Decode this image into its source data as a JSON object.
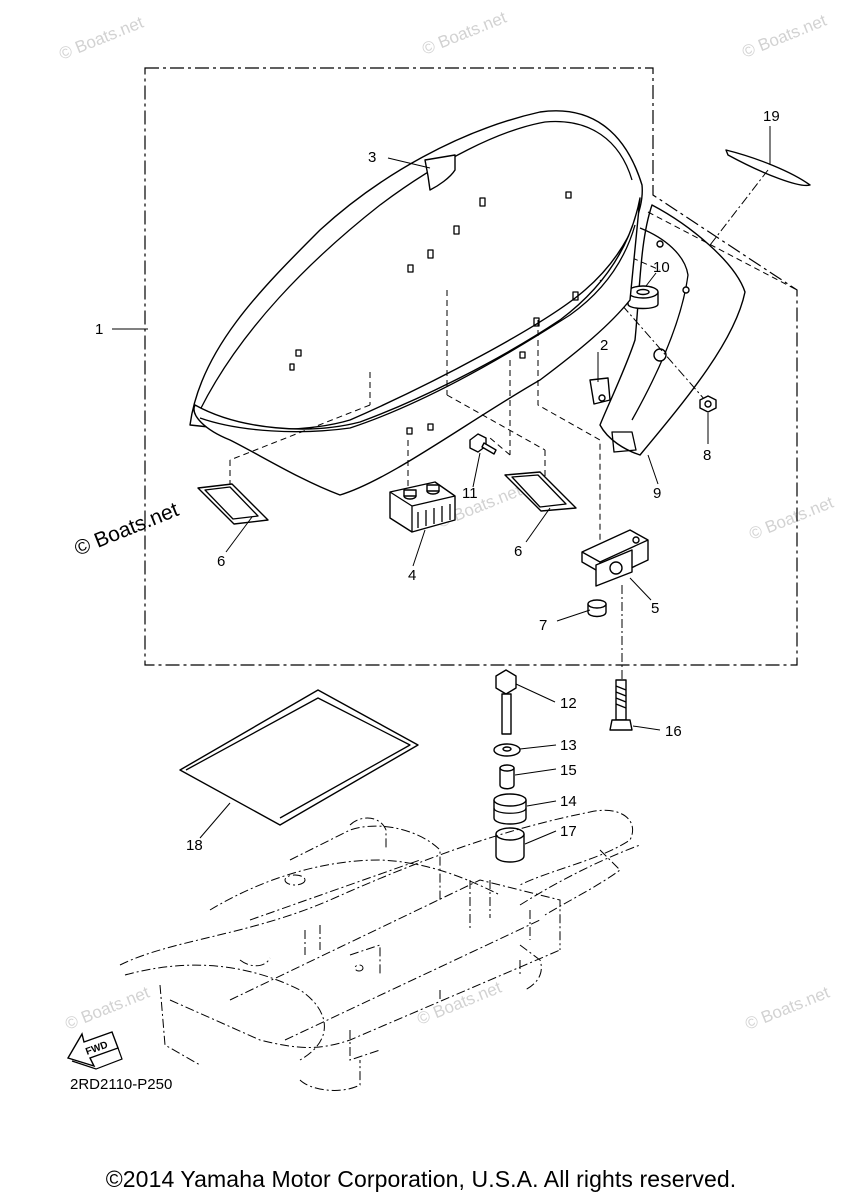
{
  "drawing_code": "2RD2110-P250",
  "copyright": "©2014 Yamaha Motor Corporation, U.S.A. All rights reserved.",
  "watermark": "© Boats.net",
  "watermark_main": "© Boats.net",
  "fwd_label": "FWD",
  "callouts": {
    "c1": "1",
    "c2": "2",
    "c3": "3",
    "c4": "4",
    "c5": "5",
    "c6a": "6",
    "c6b": "6",
    "c7": "7",
    "c8": "8",
    "c9": "9",
    "c10": "10",
    "c11": "11",
    "c12": "12",
    "c13": "13",
    "c14": "14",
    "c15": "15",
    "c16": "16",
    "c17": "17",
    "c18": "18",
    "c19": "19"
  }
}
